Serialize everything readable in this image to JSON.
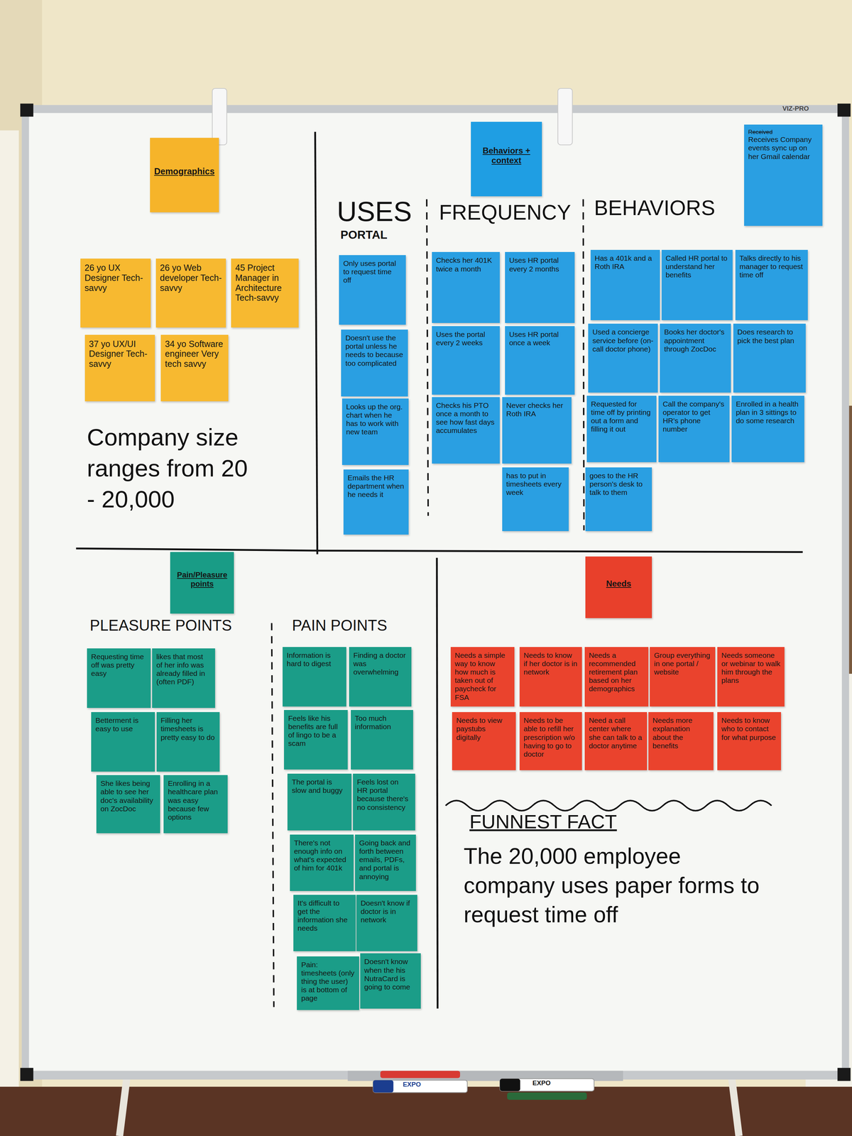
{
  "diagram": {
    "nodes": [
      {
        "text": [
          "Demographics"
        ]
      },
      {
        "text": [
          "26 yo UX Designer Tech-savvy"
        ]
      },
      {
        "text": [
          "26 yo Web developer Tech-savvy"
        ]
      },
      {
        "text": [
          "45 Project Manager in Architecture Tech-savvy"
        ]
      },
      {
        "text": [
          "37 yo UX/UI Designer Tech-savvy"
        ]
      },
      {
        "text": [
          "34 yo Software engineer Very tech savvy"
        ]
      },
      {
        "text": [
          "Behaviors + context"
        ]
      },
      {
        "text": [
          "Received",
          "Receives Company events sync up on her Gmail calendar"
        ]
      },
      {
        "text": [
          "Only uses portal to request time off"
        ]
      },
      {
        "text": [
          "Doesn't use the portal unless he needs to because too complicated"
        ]
      },
      {
        "text": [
          "Looks up the org. chart when he has to work with new team"
        ]
      },
      {
        "text": [
          "Emails the HR department when he needs it"
        ]
      },
      {
        "text": [
          "Checks her 401K twice a month"
        ]
      },
      {
        "text": [
          "Uses HR portal every 2 months"
        ]
      },
      {
        "text": [
          "Uses the portal every 2 weeks"
        ]
      },
      {
        "text": [
          "Uses HR portal once a week"
        ]
      },
      {
        "text": [
          "Checks his PTO once a month to see how fast days accumulates"
        ]
      },
      {
        "text": [
          "Never checks her Roth IRA"
        ]
      },
      {
        "text": [
          "has to put in timesheets every week"
        ]
      },
      {
        "text": [
          "Has a 401k and a Roth IRA"
        ]
      },
      {
        "text": [
          "Called HR portal to understand her benefits"
        ]
      },
      {
        "text": [
          "Talks directly to his manager to request time off"
        ]
      },
      {
        "text": [
          "Used a concierge service before (on-call doctor phone)"
        ]
      },
      {
        "text": [
          "Books her doctor's appointment through ZocDoc"
        ]
      },
      {
        "text": [
          "Does research to pick the best plan"
        ]
      },
      {
        "text": [
          "Requested for time off by printing out a form and filling it out"
        ]
      },
      {
        "text": [
          "Call the company's operator to get HR's phone number"
        ]
      },
      {
        "text": [
          "Enrolled in a health plan in 3 sittings to do some research"
        ]
      },
      {
        "text": [
          "goes to the HR person's desk to talk to them"
        ]
      },
      {
        "text": [
          "Pain/Pleasure points"
        ]
      },
      {
        "text": [
          "Requesting time off was pretty easy"
        ]
      },
      {
        "text": [
          "likes that most of her info was already filled in (often PDF)"
        ]
      },
      {
        "text": [
          "Betterment is easy to use"
        ]
      },
      {
        "text": [
          "Filling her timesheets is pretty easy to do"
        ]
      },
      {
        "text": [
          "She likes being able to see her doc's availability on ZocDoc"
        ]
      },
      {
        "text": [
          "Enrolling in a healthcare plan was easy because few options"
        ]
      },
      {
        "text": [
          "Information is hard to digest"
        ]
      },
      {
        "text": [
          "Finding a doctor was overwhelming"
        ]
      },
      {
        "text": [
          "Feels like his benefits are full of lingo to be a scam"
        ]
      },
      {
        "text": [
          "Too much information"
        ]
      },
      {
        "text": [
          "The portal is slow and buggy"
        ]
      },
      {
        "text": [
          "Feels lost on HR portal because there's no consistency"
        ]
      },
      {
        "text": [
          "There's not enough info on what's expected of him for 401k"
        ]
      },
      {
        "text": [
          "Going back and forth between emails, PDFs, and portal is annoying"
        ]
      },
      {
        "text": [
          "It's difficult to get the information she needs"
        ]
      },
      {
        "text": [
          "Doesn't know if doctor is in network"
        ]
      },
      {
        "text": [
          "Pain: timesheets (only thing the user) is at bottom of page"
        ]
      },
      {
        "text": [
          "Doesn't know when the his NutraCard is going to come"
        ]
      },
      {
        "text": [
          "Needs"
        ]
      },
      {
        "text": [
          "Needs a simple way to know how much is taken out of paycheck for FSA"
        ]
      },
      {
        "text": [
          "Needs to know if her doctor is in network"
        ]
      },
      {
        "text": [
          "Needs a recommended retirement plan based on her demographics"
        ]
      },
      {
        "text": [
          "Group everything in one portal / website"
        ]
      },
      {
        "text": [
          "Needs someone or webinar to walk him through the plans"
        ]
      },
      {
        "text": [
          "Needs to view paystubs digitally"
        ]
      },
      {
        "text": [
          "Needs to be able to refill her prescription w/o having to go to doctor"
        ]
      },
      {
        "text": [
          "Need a call center where she can talk to a doctor anytime"
        ]
      },
      {
        "text": [
          "Needs more explanation about the benefits"
        ]
      },
      {
        "text": [
          "Needs to know who to contact for what purpose"
        ]
      }
    ],
    "labels": [
      "Company size ranges from 20 - 20,000",
      "USES",
      "PORTAL",
      "FREQUENCY",
      "BEHAVIORS",
      "PLEASURE POINTS",
      "PAIN POINTS",
      "FUNNEST FACT",
      "The 20,000 employee company uses paper forms to request time off",
      "VIZ-PRO",
      "EXPO",
      "EXPO"
    ]
  }
}
